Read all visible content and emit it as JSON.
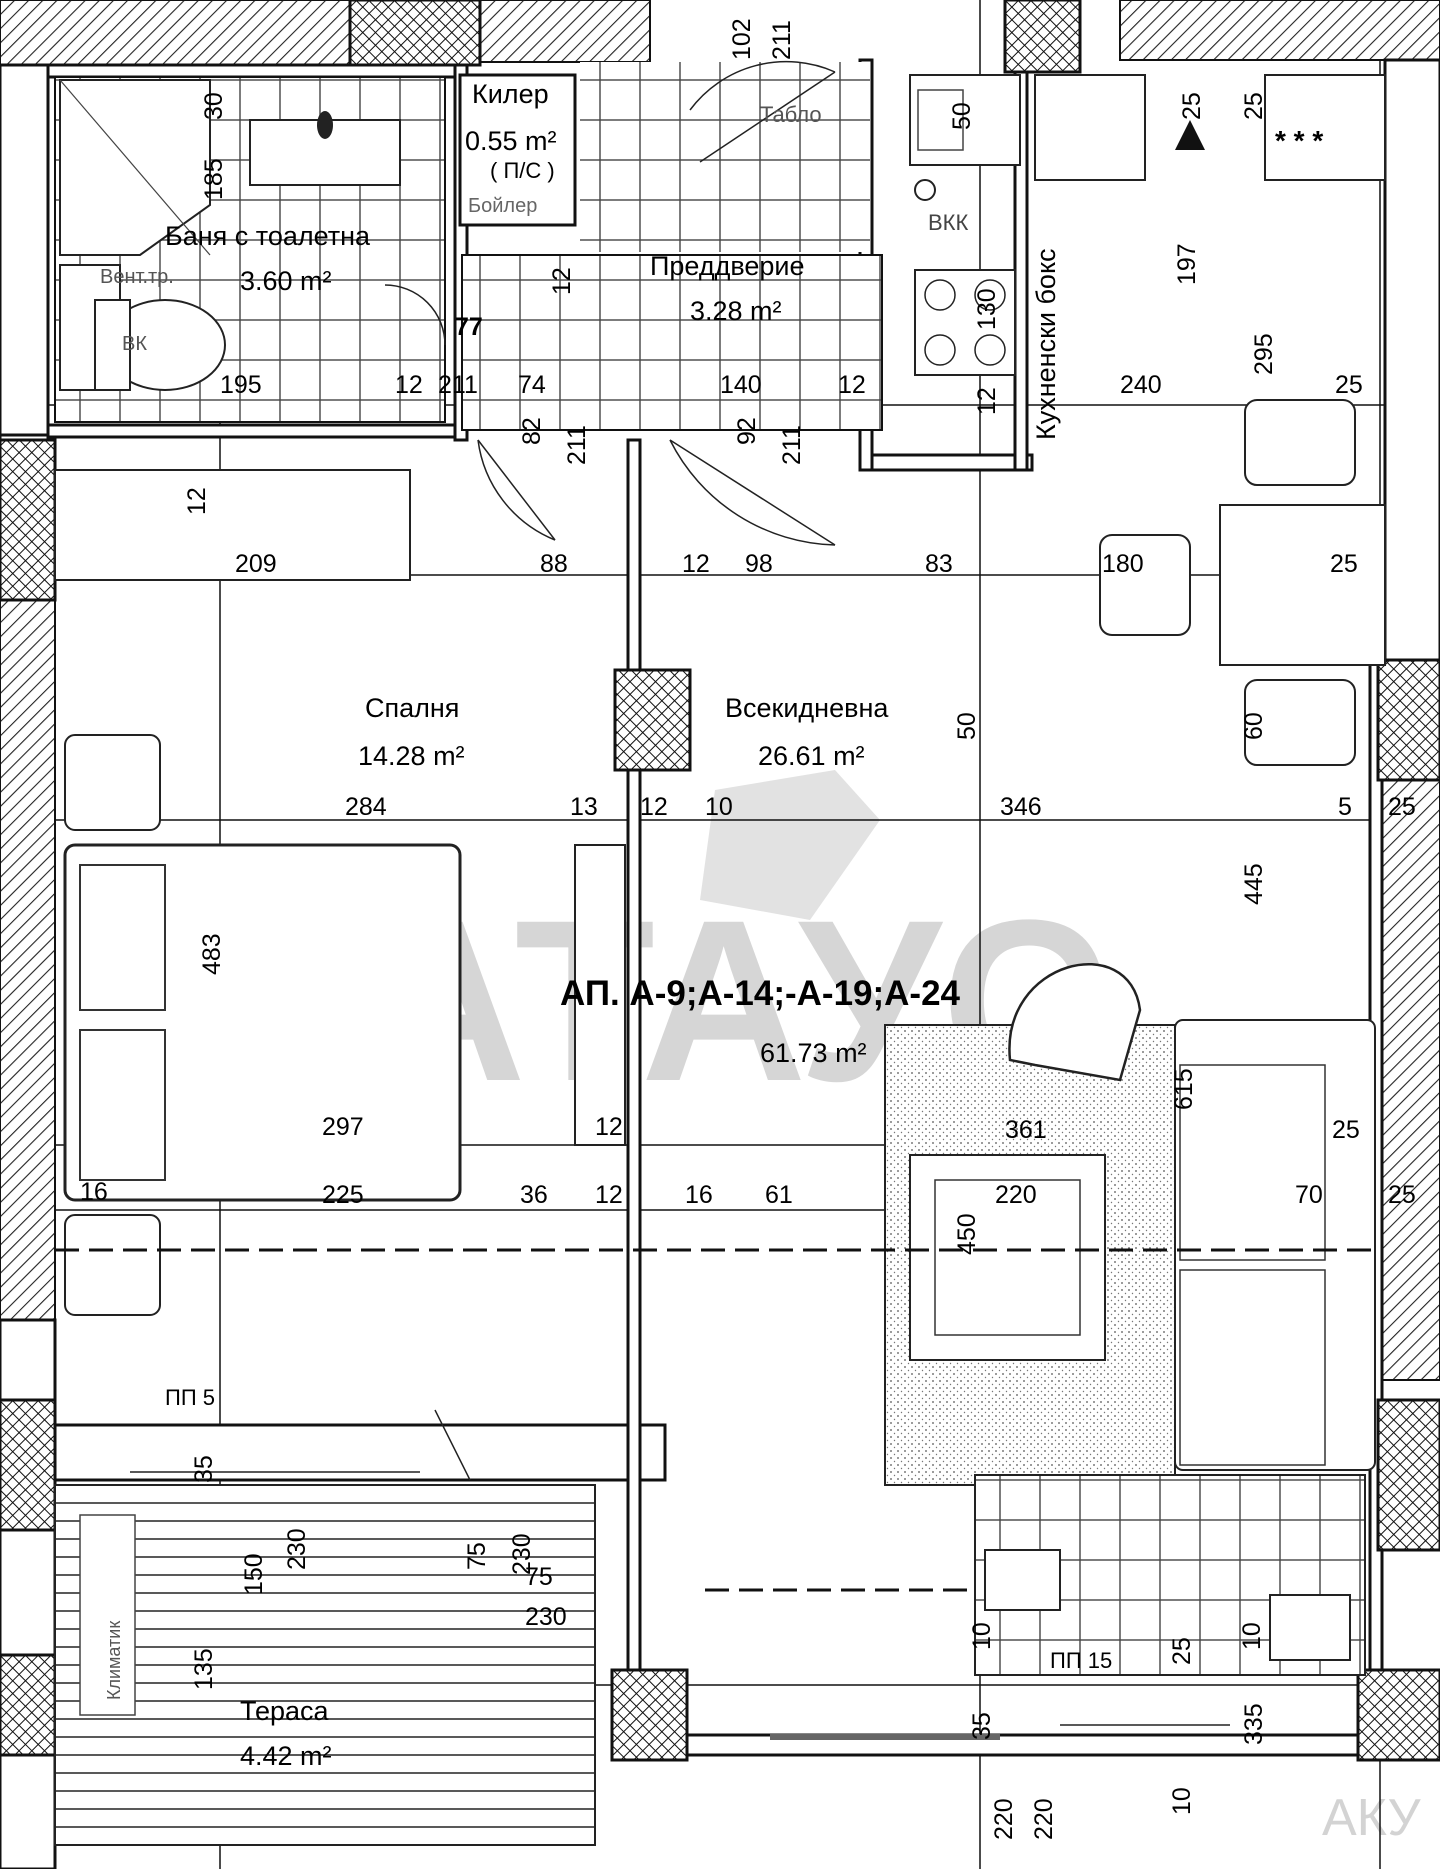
{
  "plan": {
    "apartment_label": "АП. А-9;А-14;-А-19;А-24",
    "apartment_area": "61.73 m²",
    "rooms": {
      "bathroom": {
        "name": "Баня с тоалетна",
        "area": "3.60 m²"
      },
      "storage": {
        "name": "Килер",
        "area": "0.55 m²",
        "note": "( П/С )",
        "boiler": "Бойлер"
      },
      "hall": {
        "name": "Преддверие",
        "area": "3.28 m²"
      },
      "kitchen": {
        "name": "Кухненски бокс"
      },
      "bedroom": {
        "name": "Спалня",
        "area": "14.28 m²"
      },
      "living": {
        "name": "Всекидневна",
        "area": "26.61 m²"
      },
      "terrace": {
        "name": "Тераса",
        "area": "4.42 m²"
      }
    },
    "labels": {
      "vent": "Вент.тр.",
      "vk_bath": "ВК",
      "vk_kitchen": "ВКК",
      "panel": "Табло",
      "pp5": "ПП 5",
      "pp15": "ПП 15",
      "aircon": "Климатик",
      "stars": "* * *"
    },
    "watermark": {
      "main": "АТАУС",
      "corner": "АКУ"
    },
    "dimensions": {
      "d102": "102",
      "d211a": "211",
      "d30": "30",
      "d185": "185",
      "d25a": "25",
      "d25b": "25",
      "d50a": "50",
      "d197": "197",
      "d12a": "12",
      "d77": "77",
      "d195": "195",
      "d12b": "12",
      "d211b": "211",
      "d74": "74",
      "d140": "140",
      "d12c": "12",
      "d240": "240",
      "d295": "295",
      "d25c": "25",
      "d12d": "12",
      "d82": "82",
      "d211c": "211",
      "d92": "92",
      "d211d": "211",
      "d130": "130",
      "d12e": "12",
      "d209": "209",
      "d88": "88",
      "d12f": "12",
      "d98": "98",
      "d83": "83",
      "d180": "180",
      "d25d": "25",
      "d50b": "50",
      "d60": "60",
      "d284": "284",
      "d13": "13",
      "d12g": "12",
      "d10a": "10",
      "d346": "346",
      "d5": "5",
      "d25e": "25",
      "d483": "483",
      "d445": "445",
      "d297": "297",
      "d12h": "12",
      "d361": "361",
      "d615": "615",
      "d25f": "25",
      "d225": "225",
      "d16a": "16",
      "d36": "36",
      "d12i": "12",
      "d16b": "16",
      "d61": "61",
      "d220a": "220",
      "d450": "450",
      "d70": "70",
      "d25g": "25",
      "d35a": "35",
      "d150": "150",
      "d230a": "230",
      "d75a": "75",
      "d230b": "230",
      "d75b": "75",
      "d230c": "230",
      "d135": "135",
      "d10b": "10",
      "d25h": "25",
      "d10c": "10",
      "d35b": "35",
      "d335": "335",
      "d220b": "220",
      "d220c": "220",
      "d10d": "10"
    }
  }
}
